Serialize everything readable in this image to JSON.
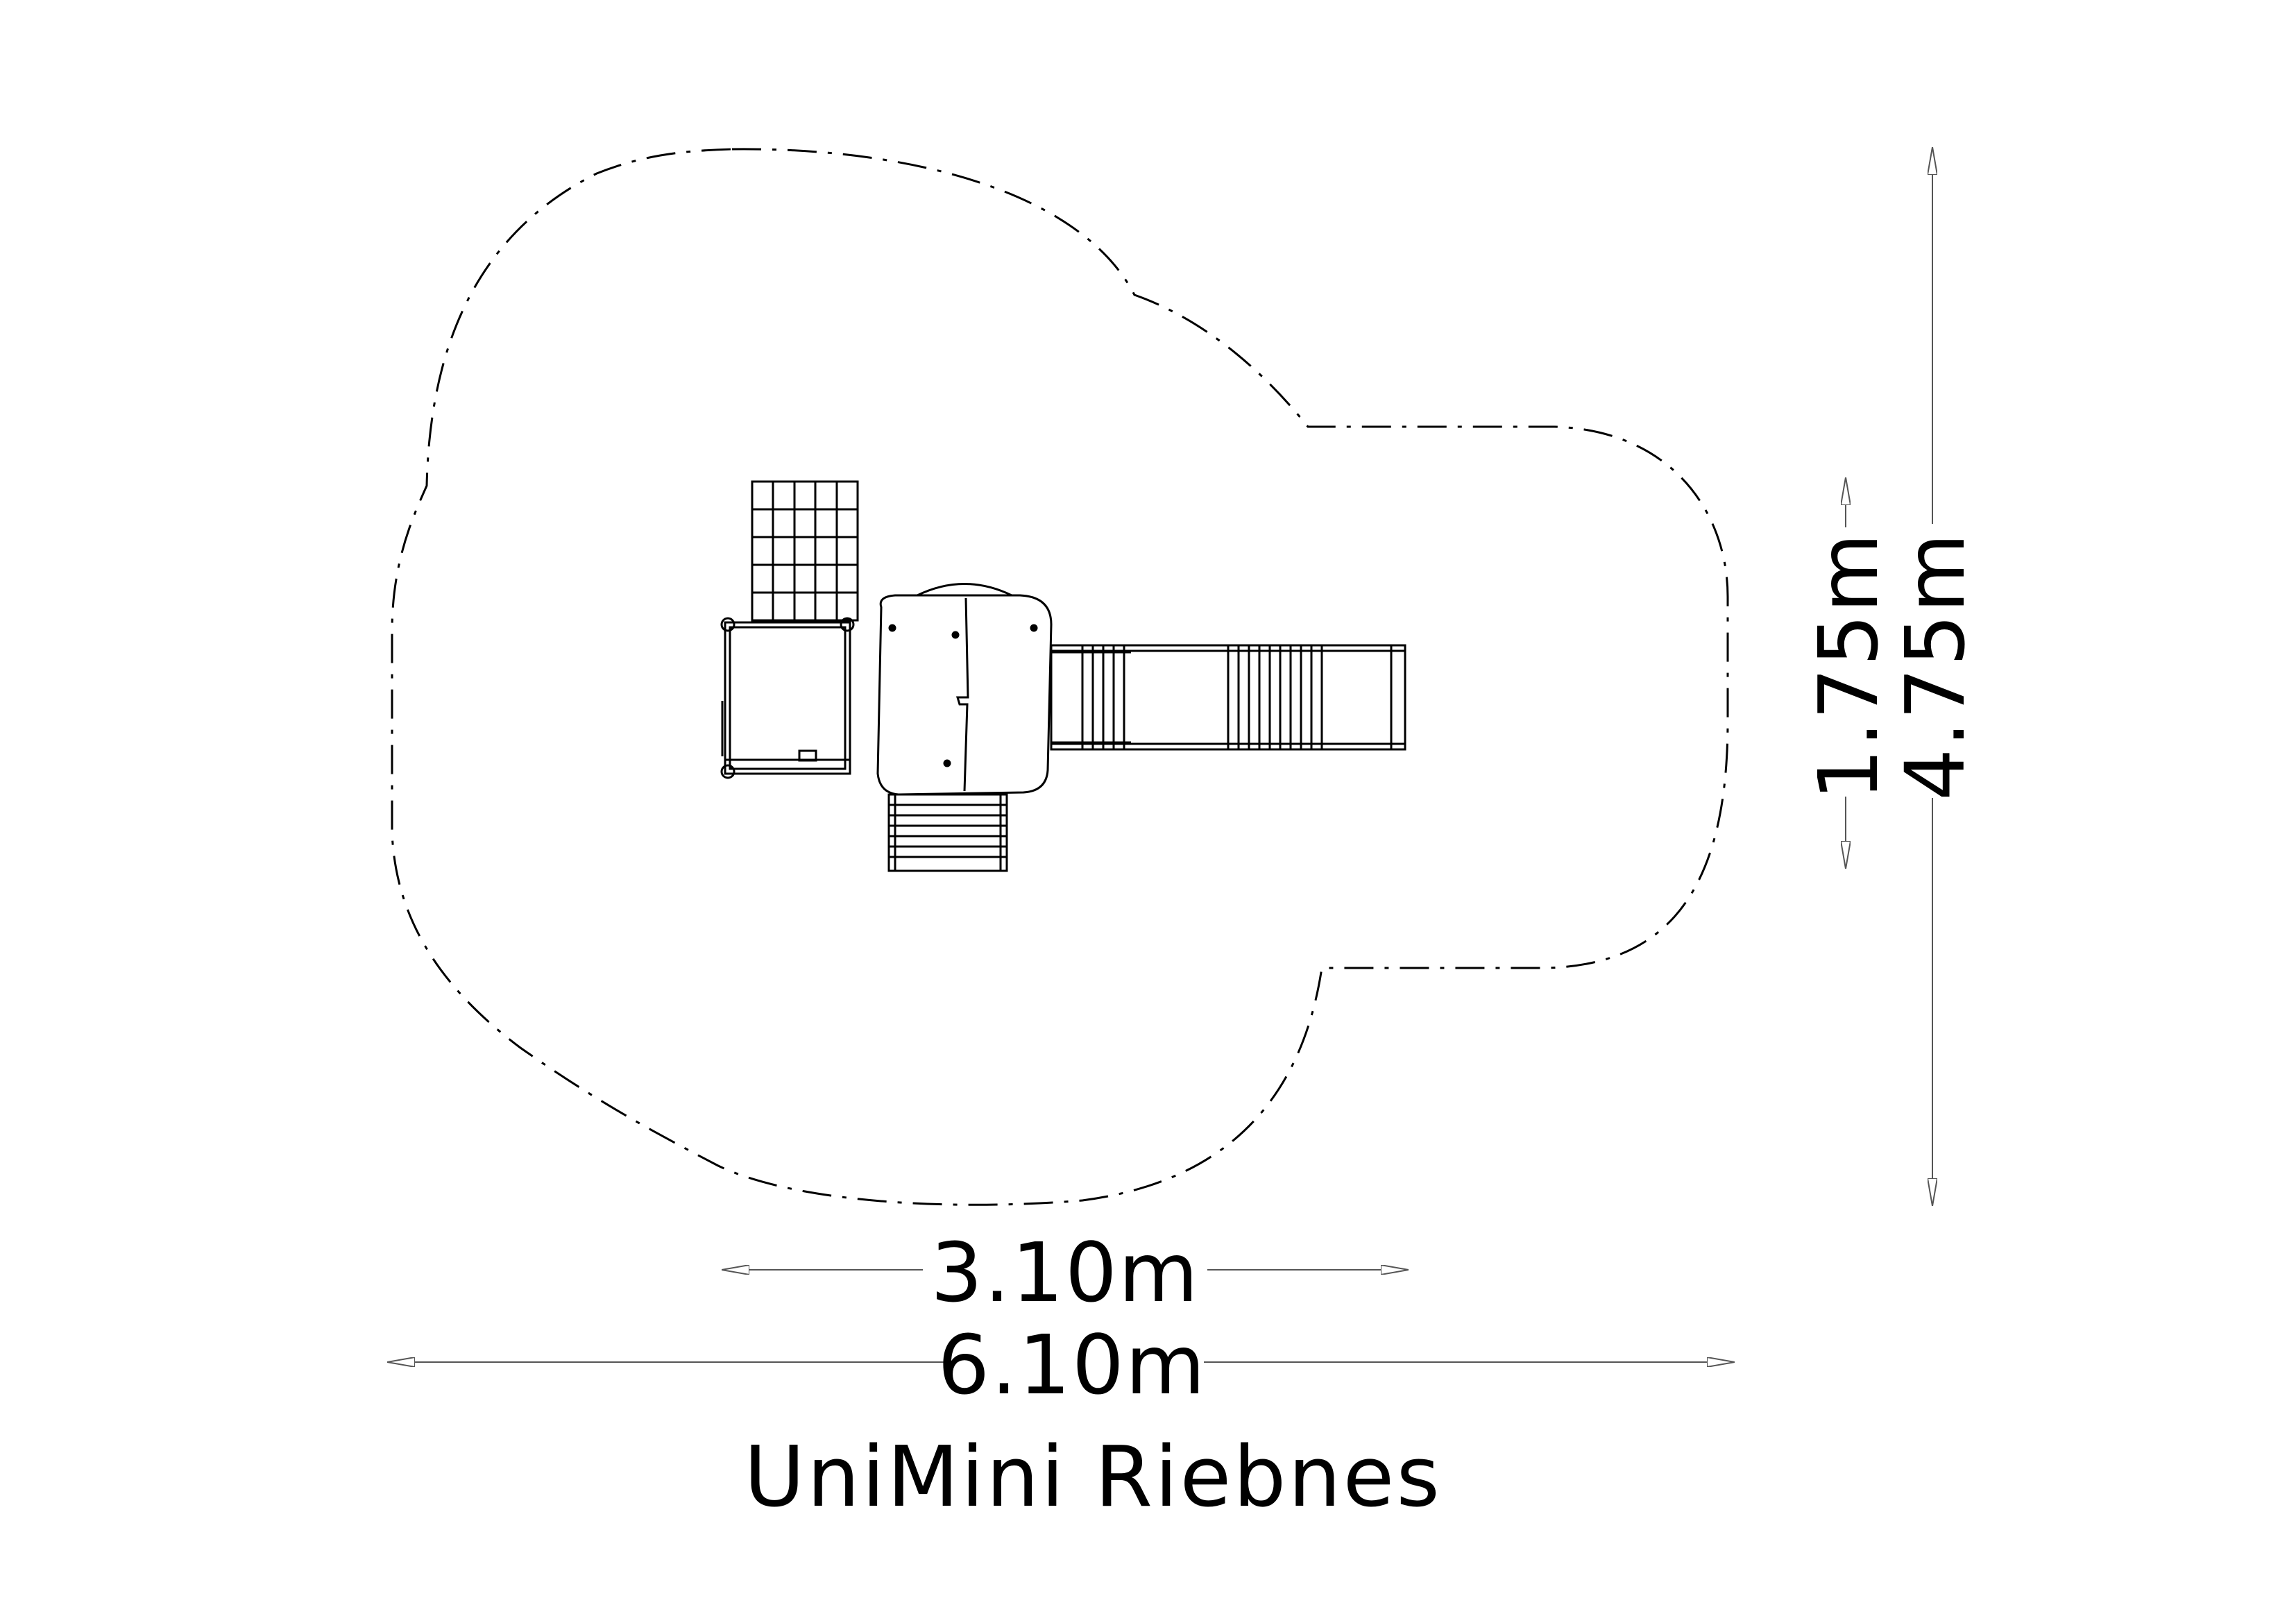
{
  "title": "UniMini Riebnes",
  "dimensions": {
    "equipment_width": "3.10m",
    "safety_width": "6.10m",
    "equipment_depth": "1.75m",
    "safety_depth": "4.75m"
  },
  "colors": {
    "line": "#000000",
    "arrow": "#555555",
    "background": "#ffffff"
  }
}
